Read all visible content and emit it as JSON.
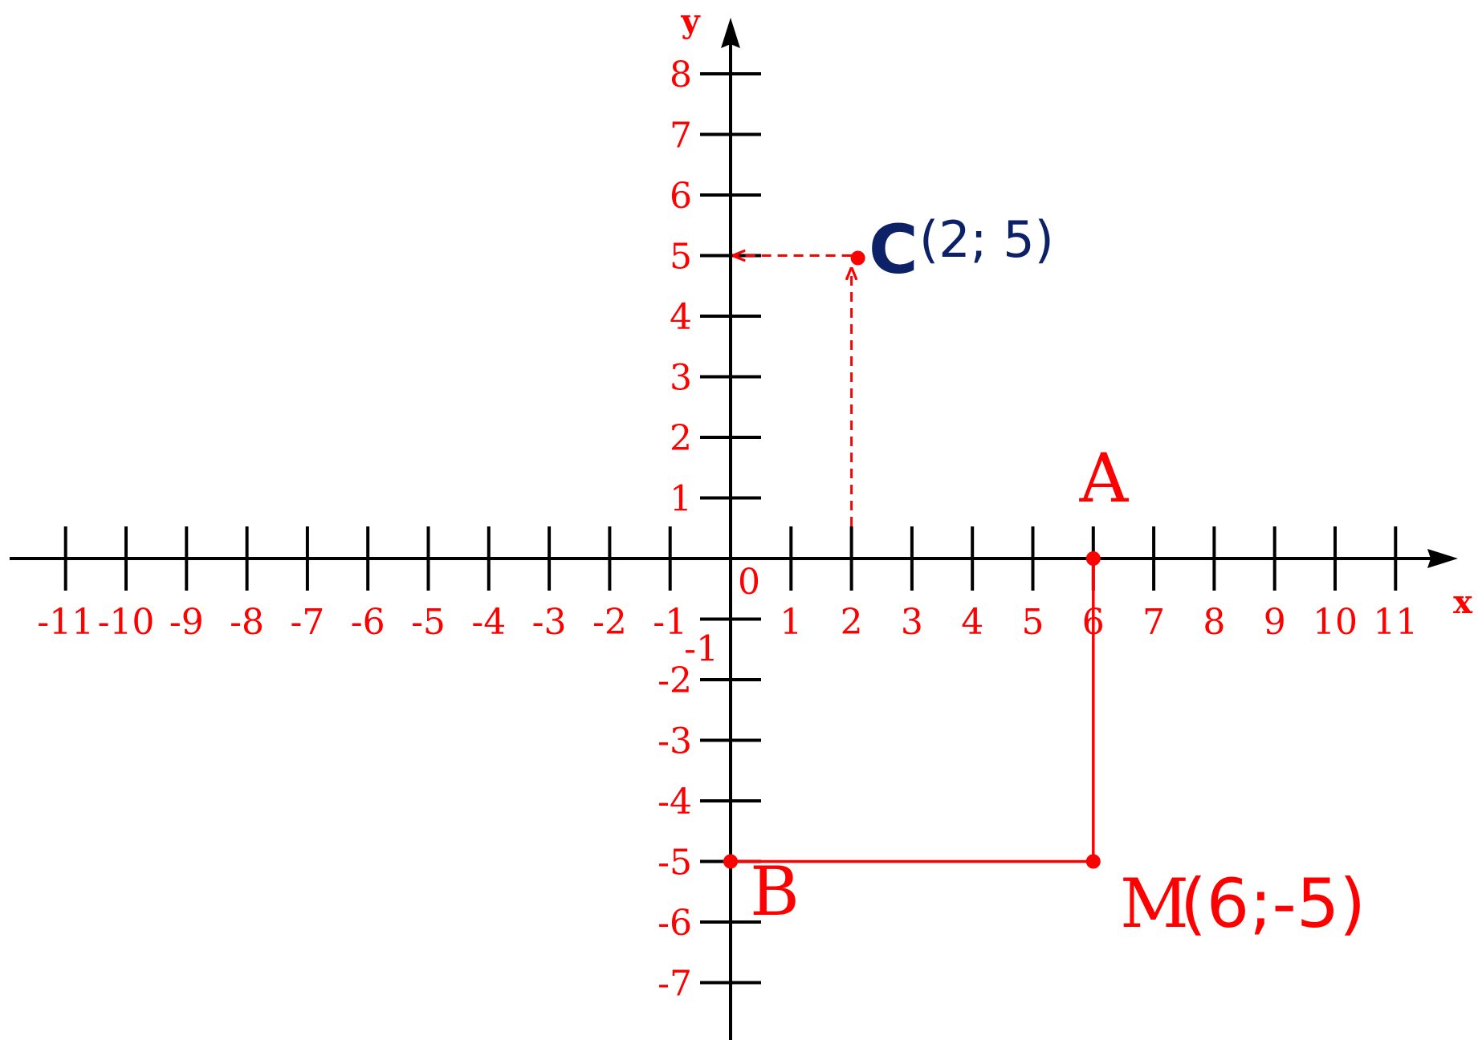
{
  "colors": {
    "axis": "#000000",
    "accent": "#ff0000",
    "point_c": "#0d2266"
  },
  "axes": {
    "x_label": "x",
    "y_label": "y",
    "origin_label": "0",
    "x_range": [
      -12,
      12
    ],
    "y_range": [
      -8,
      8.5
    ],
    "x_ticks": [
      -11,
      -10,
      -9,
      -8,
      -7,
      -6,
      -5,
      -4,
      -3,
      -2,
      -1,
      1,
      2,
      3,
      4,
      5,
      6,
      7,
      8,
      9,
      10,
      11
    ],
    "y_ticks": [
      8,
      7,
      6,
      5,
      4,
      3,
      2,
      1,
      -1,
      -2,
      -3,
      -4,
      -5,
      -6,
      -7
    ]
  },
  "points": {
    "A": {
      "name": "A",
      "x": 6,
      "y": 0
    },
    "B": {
      "name": "B",
      "x": 0,
      "y": -5
    },
    "M": {
      "name": "M",
      "coords": "(6;-5)",
      "x": 6,
      "y": -5
    },
    "C": {
      "name": "C",
      "coords": "(2; 5)",
      "x": 2,
      "y": 5
    }
  }
}
